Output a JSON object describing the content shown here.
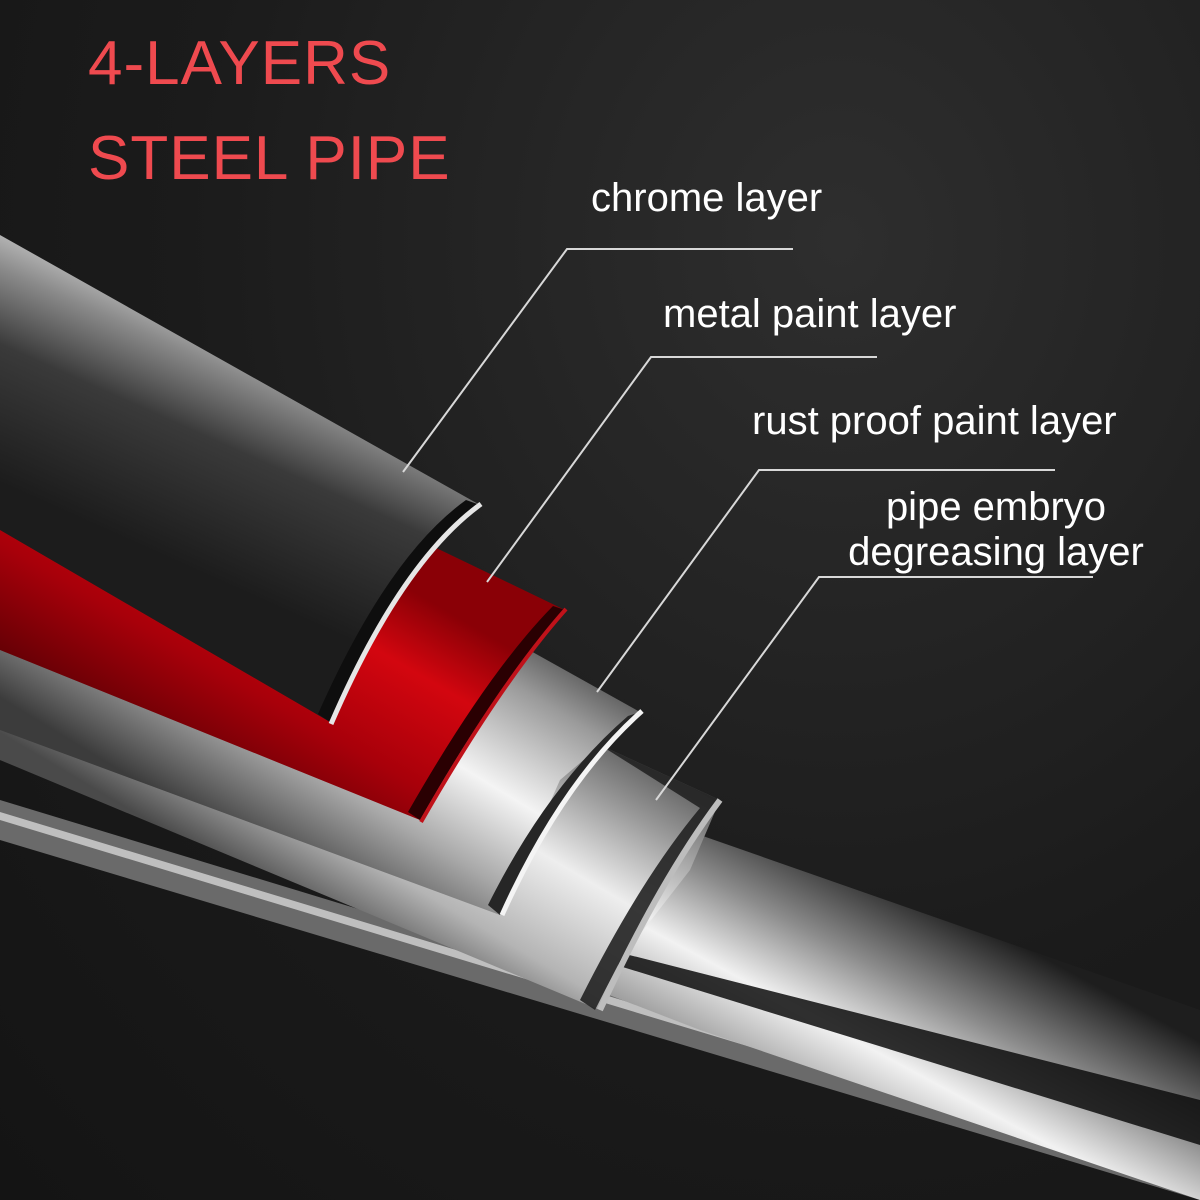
{
  "title": {
    "line1": "4-LAYERS",
    "line2": "STEEL PIPE",
    "color": "#ef4a4f"
  },
  "layers": [
    {
      "id": "chrome",
      "label": "chrome layer"
    },
    {
      "id": "metal-paint",
      "label": "metal paint layer",
      "color": "#b80008"
    },
    {
      "id": "rust-proof",
      "label": "rust proof paint layer"
    },
    {
      "id": "embryo",
      "label_line1": "pipe embryo",
      "label_line2": "degreasing layer"
    }
  ],
  "colors": {
    "background": "#1c1c1c",
    "label_text": "#ffffff",
    "leader_line": "#d8d8d8"
  }
}
